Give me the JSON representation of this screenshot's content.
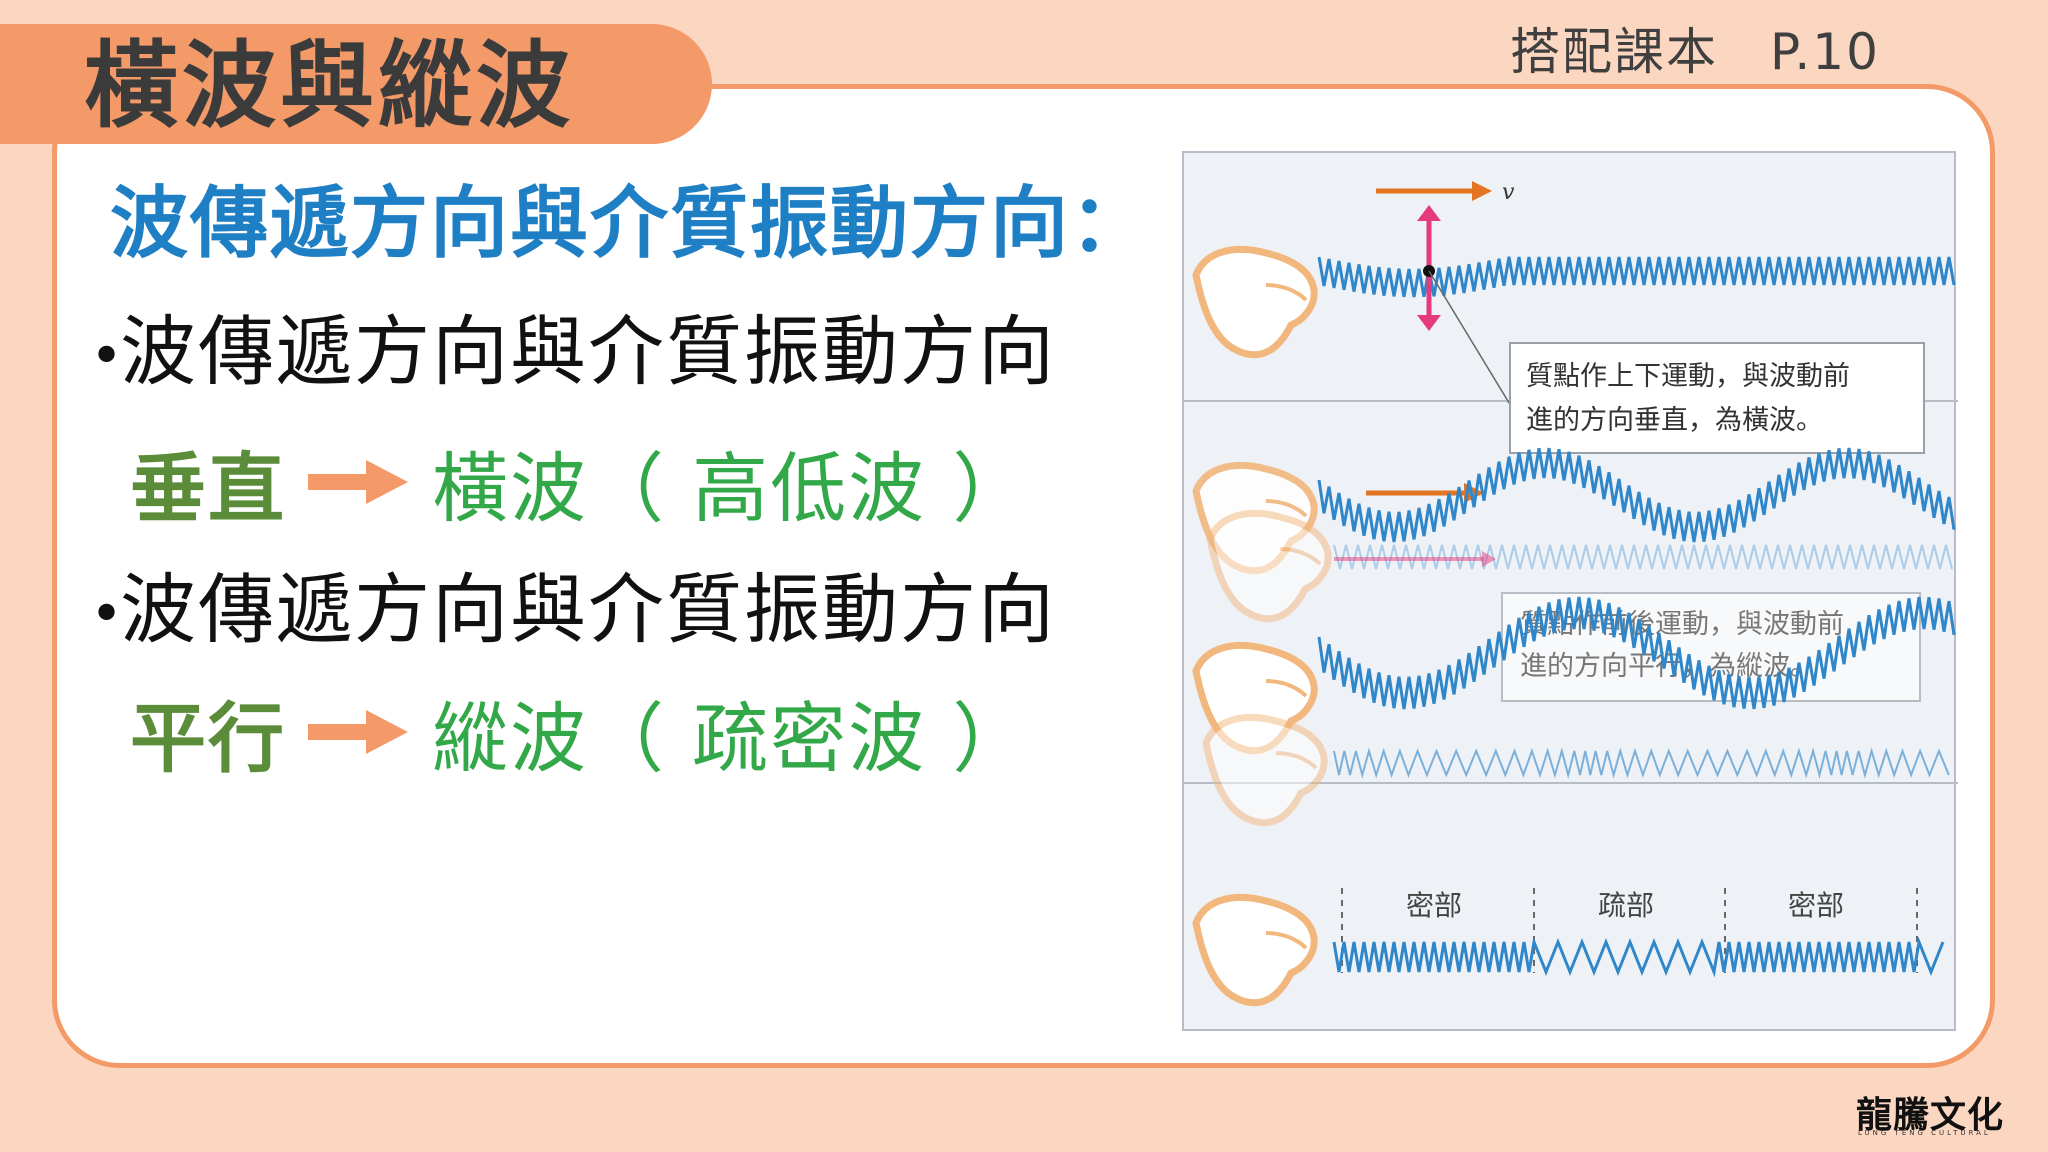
{
  "header": {
    "title": "橫波與縱波",
    "page_ref": "搭配課本　P.10"
  },
  "main": {
    "heading": "波傳遞方向與介質振動方向：",
    "bullets": [
      {
        "text": "波傳遞方向與介質振動方向",
        "relation": "垂直",
        "result": "橫波（ 高低波 ）"
      },
      {
        "text": "波傳遞方向與介質振動方向",
        "relation": "平行",
        "result": "縱波（ 疏密波 ）"
      }
    ]
  },
  "figure": {
    "velocity_label": "v",
    "callout_transverse": [
      "質點作上下運動，與波動前",
      "進的方向垂直，為橫波。"
    ],
    "callout_longitudinal": [
      "質點作前後運動，與波動前",
      "進的方向平行，為縱波。"
    ],
    "compression_label": "密部",
    "rarefaction_label": "疏部",
    "colors": {
      "spring": "#2f86c9",
      "arrow_orange": "#e27422",
      "arrow_pink": "#e63a7e",
      "hand_outline": "#f2b77c"
    }
  },
  "footer": {
    "logo": "龍騰文化",
    "logo_sub": "LUNG TENG CULTURAL"
  },
  "colors": {
    "background": "#fbd7c1",
    "accent": "#f39a68",
    "heading_blue": "#1e7fc5",
    "key_green": "#5a8c3a",
    "value_green": "#33a849",
    "arrow": "#f39a68"
  }
}
